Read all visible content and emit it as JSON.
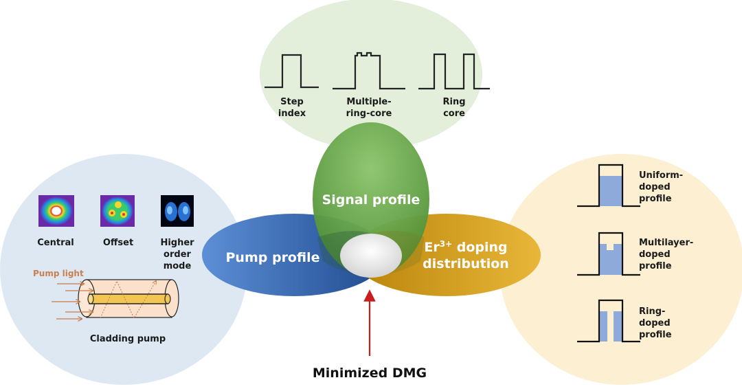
{
  "signal_group": {
    "title": "Signal profile",
    "profiles": [
      {
        "line1": "Step",
        "line2": "index"
      },
      {
        "line1": "Multiple-",
        "line2": "ring-core"
      },
      {
        "line1": "Ring",
        "line2": "core"
      }
    ]
  },
  "pump_group": {
    "title": "Pump profile",
    "modes": [
      {
        "line1": "Central"
      },
      {
        "line1": "Offset"
      },
      {
        "line1": "Higher",
        "line2": "order",
        "line3": "mode"
      }
    ],
    "pump_light_label": "Pump light",
    "cladding_label": "Cladding pump"
  },
  "doping_group": {
    "title_line1_prefix": "Er",
    "title_superscript": "3+",
    "title_line1_suffix": " doping",
    "title_line2": "distribution",
    "profiles": [
      {
        "line1": "Uniform-",
        "line2": "doped",
        "line3": "profile"
      },
      {
        "line1": "Multilayer-",
        "line2": "doped",
        "line3": "profile"
      },
      {
        "line1": "Ring-",
        "line2": "doped",
        "line3": "profile"
      }
    ]
  },
  "center": {
    "caption": "Minimized DMG"
  },
  "colors": {
    "signal_bg": "#e3eedb",
    "pump_bg": "#dde8f3",
    "doping_bg": "#fcefd2",
    "signal_main": "#6aaa4b",
    "pump_main": "#2f5ea8",
    "doping_main": "#c9960f",
    "arrow": "#c81e1e",
    "dopant_fill": "#8eaadb"
  }
}
